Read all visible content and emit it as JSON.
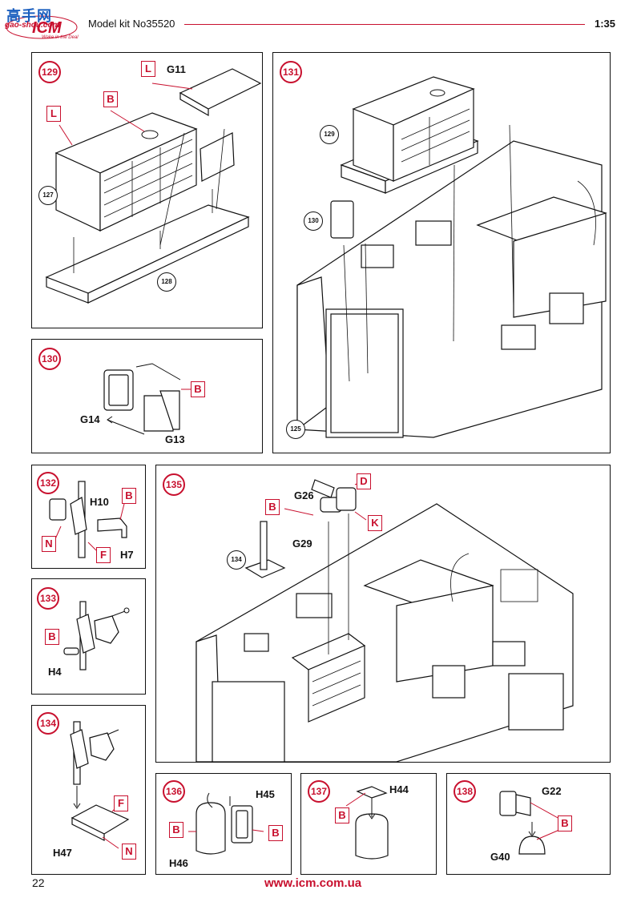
{
  "header": {
    "site_cn": "高手网",
    "site_en": "gao-shou.com",
    "brand": "ICM",
    "motto": "Wake in the Deal",
    "kit_title": "Model kit No35520",
    "scale": "1:35"
  },
  "colors": {
    "accent": "#c8102e",
    "line": "#111111"
  },
  "steps": {
    "s129": {
      "number": "129",
      "tags": [
        "L",
        "B",
        "L"
      ],
      "parts": [
        "G11"
      ],
      "refs": [
        "127",
        "128"
      ]
    },
    "s130": {
      "number": "130",
      "tags": [
        "B"
      ],
      "parts": [
        "G14",
        "G13"
      ]
    },
    "s131": {
      "number": "131",
      "refs": [
        "129",
        "130",
        "125"
      ]
    },
    "s132": {
      "number": "132",
      "tags": [
        "B",
        "N",
        "F"
      ],
      "parts": [
        "H10",
        "H7"
      ]
    },
    "s133": {
      "number": "133",
      "tags": [
        "B"
      ],
      "parts": [
        "H4"
      ]
    },
    "s134": {
      "number": "134",
      "tags": [
        "F",
        "N"
      ],
      "parts": [
        "H47"
      ]
    },
    "s135": {
      "number": "135",
      "tags": [
        "D",
        "B",
        "K"
      ],
      "parts": [
        "G26",
        "G29"
      ],
      "refs": [
        "134"
      ]
    },
    "s136": {
      "number": "136",
      "tags": [
        "B",
        "B"
      ],
      "parts": [
        "H45",
        "H46"
      ]
    },
    "s137": {
      "number": "137",
      "tags": [
        "B"
      ],
      "parts": [
        "H44"
      ]
    },
    "s138": {
      "number": "138",
      "tags": [
        "B"
      ],
      "parts": [
        "G22",
        "G40"
      ]
    }
  },
  "footer": {
    "page_number": "22",
    "website": "www.icm.com.ua"
  }
}
